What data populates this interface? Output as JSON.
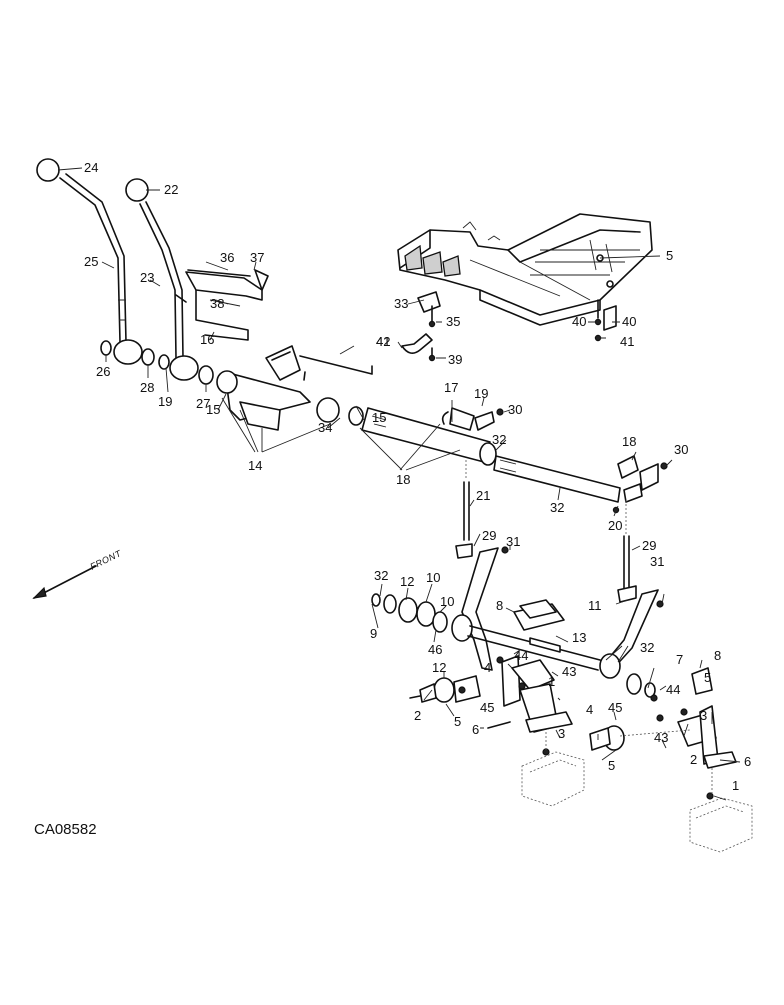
{
  "diagram": {
    "caption": "CA08582",
    "direction_label": "FRONT",
    "callouts": [
      "24",
      "22",
      "25",
      "23",
      "36",
      "37",
      "38",
      "16",
      "26",
      "28",
      "19",
      "27",
      "15",
      "14",
      "34",
      "15",
      "18",
      "17",
      "19",
      "30",
      "32",
      "18",
      "30",
      "32",
      "20",
      "21",
      "29",
      "29",
      "31",
      "32",
      "12",
      "10",
      "10",
      "9",
      "46",
      "8",
      "13",
      "11",
      "31",
      "32",
      "7",
      "8",
      "12",
      "4",
      "44",
      "43",
      "2",
      "5",
      "45",
      "6",
      "3",
      "1",
      "4",
      "5",
      "45",
      "44",
      "43",
      "3",
      "2",
      "5",
      "6",
      "1",
      "5",
      "33",
      "35",
      "40",
      "40",
      "39",
      "41",
      "41",
      "42"
    ]
  }
}
